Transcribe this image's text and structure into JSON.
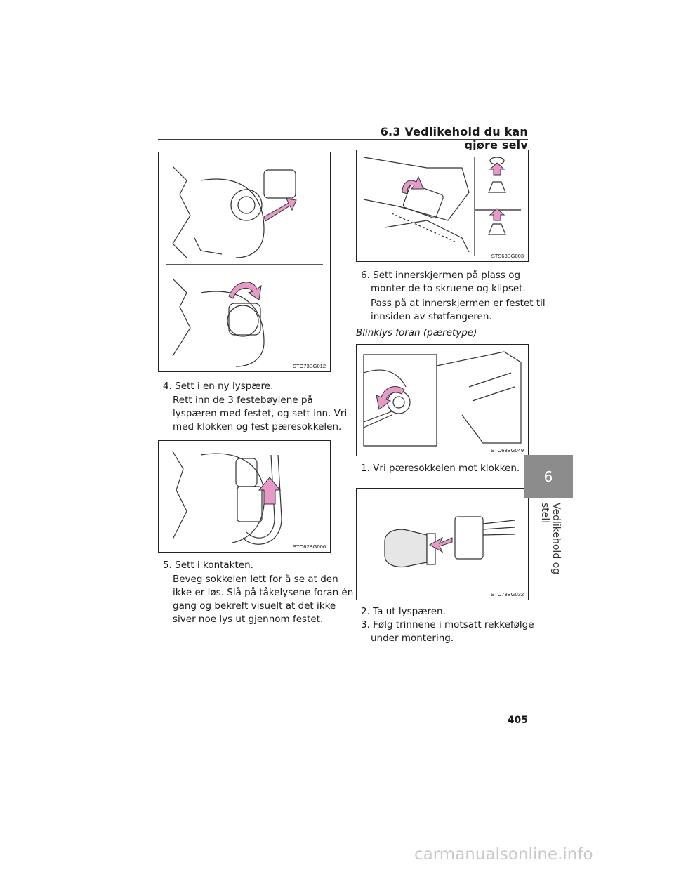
{
  "header": {
    "section_title": "6.3 Vedlikehold du kan gjøre selv"
  },
  "figures": {
    "fig1": {
      "code": "STO73BG012"
    },
    "fig2": {
      "code": "STO62BG006"
    },
    "fig3": {
      "code": "STS63BG003"
    },
    "fig4": {
      "code": "STO63BG049"
    },
    "fig5": {
      "code": "STO73BG032"
    }
  },
  "left": {
    "step4": {
      "label": "4. Sett i en ny lyspære.",
      "lines": [
        "Rett inn de 3 festebøylene på",
        "lyspæren med festet, og sett inn. Vri",
        "med klokken og fest pæresokkelen."
      ]
    },
    "step5": {
      "label": "5. Sett i kontakten.",
      "lines": [
        "Beveg sokkelen lett for å se at den",
        "ikke er løs. Slå på tåkelysene foran én",
        "gang og bekreft visuelt at det ikke",
        "siver noe lys ut gjennom festet."
      ]
    }
  },
  "right": {
    "step6": {
      "label_lines": [
        "6. Sett innerskjermen på plass og",
        "monter de to skruene og klipset."
      ],
      "lines": [
        "Pass på at innerskjermen er festet til",
        "innsiden av støtfangeren."
      ]
    },
    "subheading": "Blinklys foran (pæretype)",
    "step1": {
      "label": "1. Vri pæresokkelen mot klokken."
    },
    "step2": {
      "label": "2. Ta ut lyspæren."
    },
    "step3": {
      "label_lines": [
        "3. Følg trinnene i motsatt rekkefølge",
        "under montering."
      ]
    }
  },
  "side_tab": {
    "number": "6",
    "text": "Vedlikehold og stell"
  },
  "page_number": "405",
  "watermark": "carmanualsonline.info",
  "colors": {
    "arrow_pink": "#e79ac8",
    "tab_gray": "#8c8c8c"
  }
}
